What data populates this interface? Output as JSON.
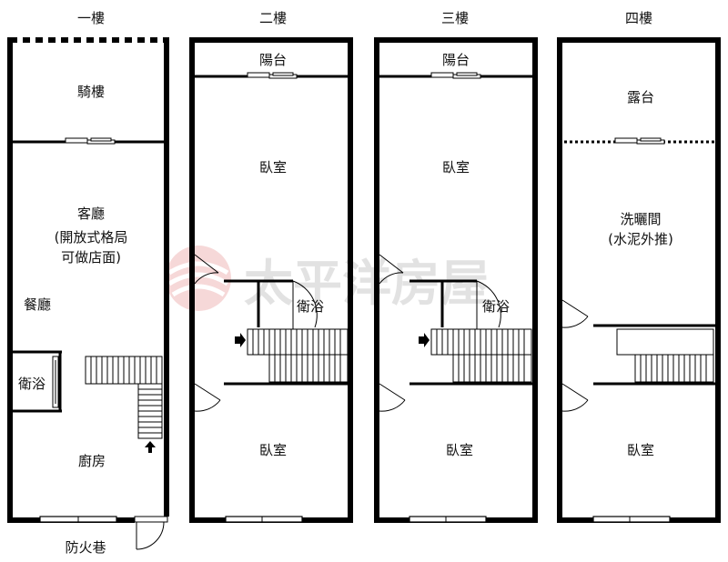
{
  "floors": [
    {
      "title": "一樓"
    },
    {
      "title": "二樓"
    },
    {
      "title": "三樓"
    },
    {
      "title": "四樓"
    }
  ],
  "rooms": {
    "f1_arcade": "騎樓",
    "f1_living": "客廳",
    "f1_living_note1": "(開放式格局",
    "f1_living_note2": "可做店面)",
    "f1_dining": "餐廳",
    "f1_bath": "衛浴",
    "f1_kitchen": "廚房",
    "f1_alley": "防火巷",
    "f2_balcony": "陽台",
    "f2_bed_front": "臥室",
    "f2_bath": "衛浴",
    "f2_bed_back": "臥室",
    "f3_balcony": "陽台",
    "f3_bed_front": "臥室",
    "f3_bath": "衛浴",
    "f3_bed_back": "臥室",
    "f4_terrace": "露台",
    "f4_laundry": "洗曬間",
    "f4_laundry_note": "(水泥外推)",
    "f4_bed_back": "臥室"
  },
  "watermark": {
    "text": "太平洋房屋",
    "color": "#d9d9d9",
    "logo_color": "#e05a5a"
  }
}
